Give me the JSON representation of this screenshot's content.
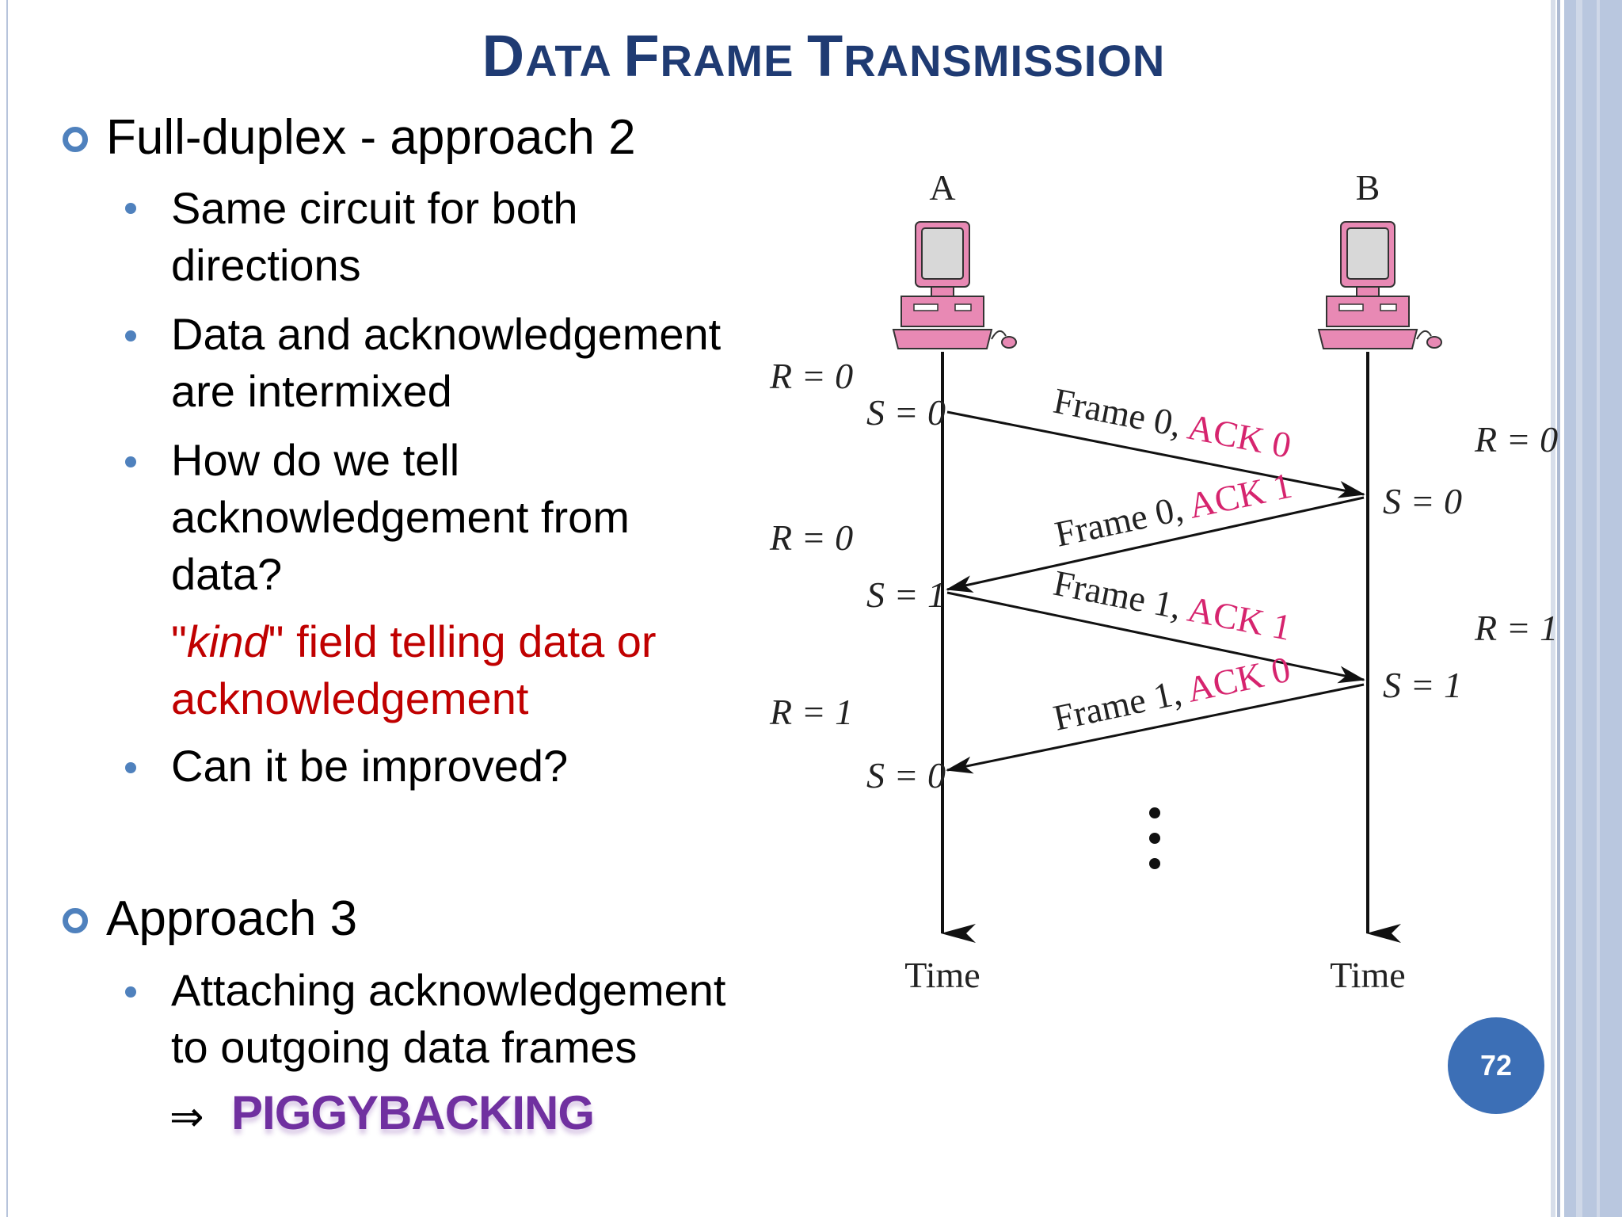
{
  "slide": {
    "title_first": {
      "initial": "D",
      "rest": "ATA "
    },
    "title_second": {
      "initial": "F",
      "rest": "RAME "
    },
    "title_third": {
      "initial": "T",
      "rest": "RANSMISSION"
    },
    "page_number": "72"
  },
  "content": {
    "bullet1": "Full-duplex - approach 2",
    "sub1_line1": "Same circuit for both",
    "sub1_line2": "directions",
    "sub2_line1": "Data and acknowledgement",
    "sub2_line2": "are intermixed",
    "sub3_line1": "How do we tell",
    "sub3_line2": "acknowledgement from",
    "sub3_line3": "data?",
    "note_pre": "\"",
    "note_kind": "kind",
    "note_post": "\" field telling data or",
    "note_line2": "acknowledgement",
    "sub4": "Can it be improved?",
    "bullet2": "Approach 3",
    "sub5_line1": "Attaching acknowledgement",
    "sub5_line2": "to outgoing data frames",
    "implies": "⇒",
    "piggy": "PIGGYBACKING"
  },
  "diagram": {
    "station_a": "A",
    "station_b": "B",
    "time_a": "Time",
    "time_b": "Time",
    "a_states": [
      {
        "r": "R = 0",
        "s": "S = 0"
      },
      {
        "r": "R = 0",
        "s": "S = 1"
      },
      {
        "r": "R = 1",
        "s": "S = 0"
      }
    ],
    "b_states": [
      {
        "r": "R = 0",
        "s": "S = 0"
      },
      {
        "r": "R = 1",
        "s": "S = 1"
      }
    ],
    "frames": [
      {
        "frame": "Frame 0, ",
        "ack": "ACK 0"
      },
      {
        "frame": "Frame 0, ",
        "ack": "ACK 1"
      },
      {
        "frame": "Frame 1, ",
        "ack": "ACK 1"
      },
      {
        "frame": "Frame 1, ",
        "ack": "ACK 0"
      }
    ],
    "colors": {
      "ack": "#d6246e",
      "computer": "#e889b4",
      "monitor_screen": "#d8d8d8"
    }
  }
}
